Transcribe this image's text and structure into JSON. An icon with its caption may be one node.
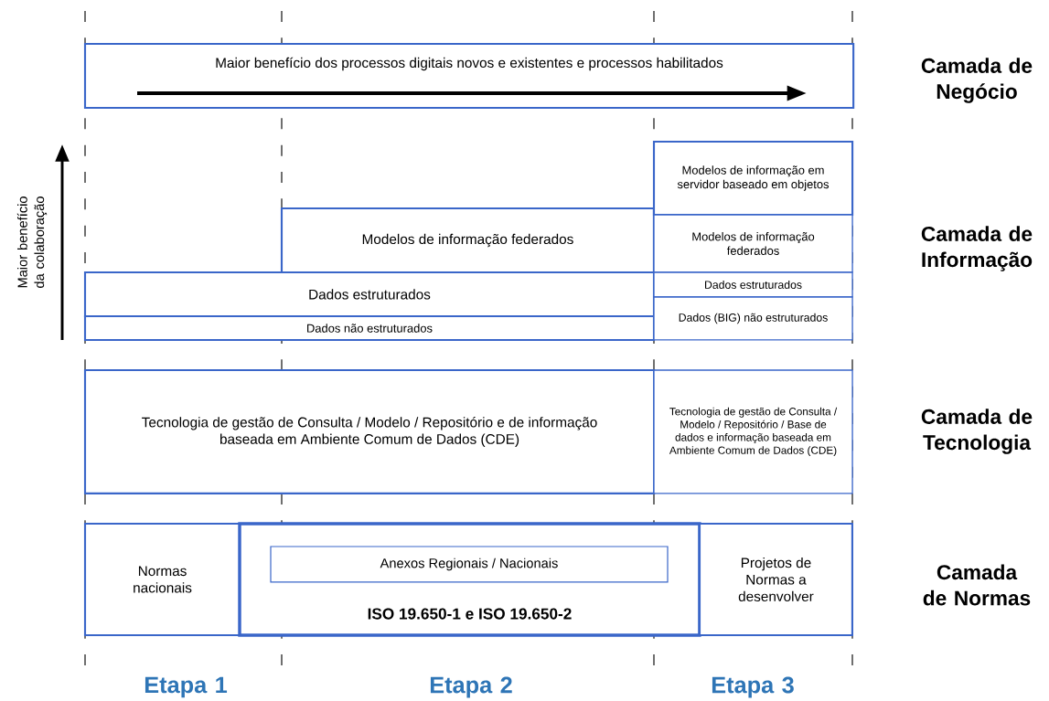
{
  "diagram": {
    "nodes": [
      {
        "text": [
          "Maior benefício dos processos digitais novos e existentes e processos habilitados"
        ]
      },
      {
        "text": [
          "Modelos de informação federados"
        ]
      },
      {
        "text": [
          "Dados estruturados"
        ]
      },
      {
        "text": [
          "Dados não estruturados"
        ]
      },
      {
        "text": [
          "Modelos de informação em servidor baseado em objetos"
        ]
      },
      {
        "text": [
          "Modelos de informação federados"
        ]
      },
      {
        "text": [
          "Dados estruturados"
        ]
      },
      {
        "text": [
          "Dados (BIG) não estruturados"
        ]
      },
      {
        "text": [
          "Tecnologia de gestão de Consulta / Modelo / Repositório e de informação baseada em Ambiente Comum de Dados (CDE)"
        ]
      },
      {
        "text": [
          "Tecnologia de gestão de Consulta / Modelo / Repositório / Base de dados e informação baseada em Ambiente Comum de Dados (CDE)"
        ]
      },
      {
        "text": [
          "Normas nacionais"
        ]
      },
      {
        "text": [
          "ISO 19.650-1 e ISO 19.650-2"
        ]
      },
      {
        "text": [
          "Anexos Regionais / Nacionais"
        ],
        "in": 11
      },
      {
        "text": [
          "Projetos de Normas a desenvolver"
        ]
      }
    ],
    "labels": [
      "Camada de Negócio",
      "Maior benefício da colaboração",
      "Camada de Informação",
      "Camada de Tecnologia",
      "Camada de Normas",
      "Etapa 1",
      "Etapa 2",
      "Etapa 3"
    ]
  }
}
